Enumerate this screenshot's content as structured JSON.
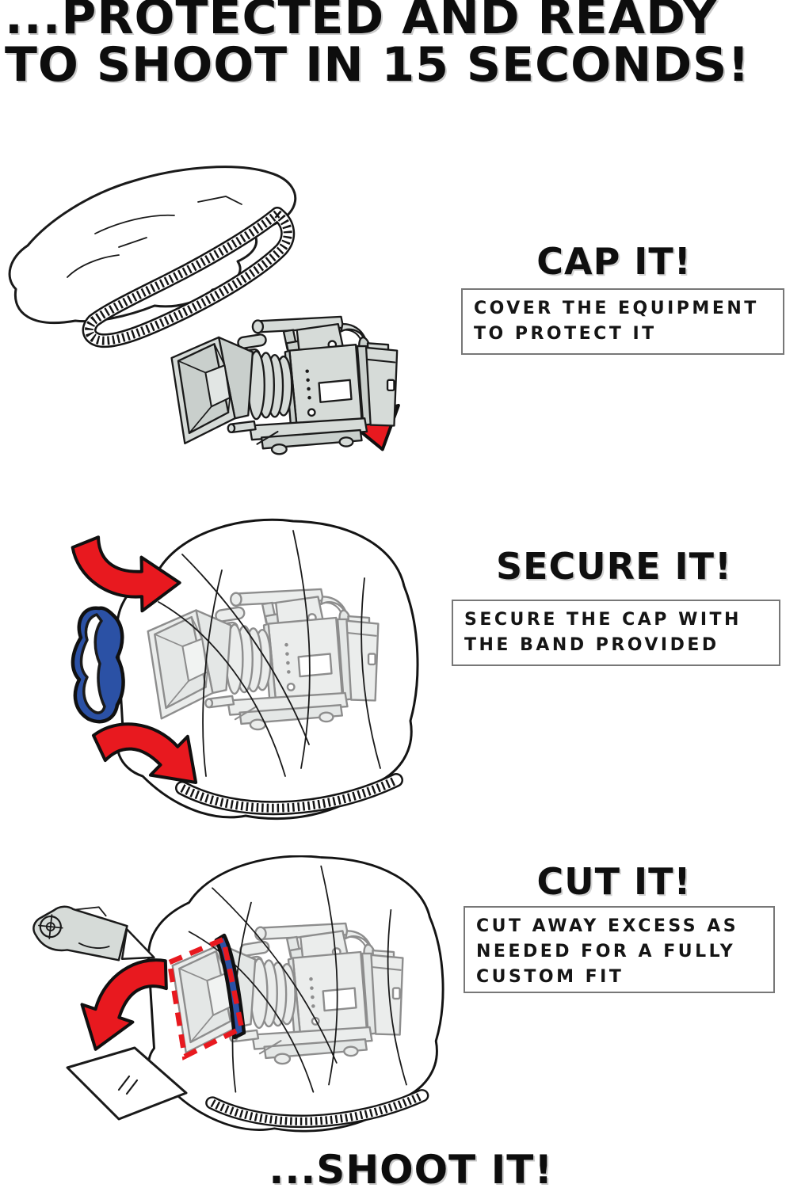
{
  "page": {
    "title_lines": [
      "...PROTECTED AND READY",
      "TO SHOOT IN 15 SECONDS!"
    ],
    "footer": "...SHOOT IT!"
  },
  "steps": [
    {
      "heading": "CAP IT!",
      "description": "COVER THE EQUIPMENT TO PROTECT IT",
      "lines": [
        "COVER THE EQUIPMENT",
        "TO PROTECT IT"
      ]
    },
    {
      "heading": "SECURE IT!",
      "description": "SECURE THE CAP WITH THE BAND PROVIDED",
      "lines": [
        "SECURE THE CAP WITH",
        "THE BAND PROVIDED"
      ]
    },
    {
      "heading": "CUT IT!",
      "description": "CUT AWAY EXCESS AS NEEDED FOR A FULLY CUSTOM FIT",
      "lines": [
        "CUT AWAY EXCESS AS",
        "NEEDED FOR A FULLY",
        "CUSTOM FIT"
      ]
    }
  ],
  "icons": {
    "red-arrow": "curved red direction arrow",
    "cover-bag": "white protective cover with ribbed elastic hem",
    "camera": "cinema camera with matte box",
    "covered-camera": "camera wrapped in transparent cover",
    "elastic-band": "blue elastic securing band",
    "utility-knife": "box cutter knife",
    "cut-sheet": "trimmed excess cover sheet",
    "cut-line": "red dashed cutting guide"
  },
  "colors": {
    "background": "#ffffff",
    "arrow_red": "#e8191f",
    "band_blue": "#2b51a5",
    "camera_gray": "#d6dbd8",
    "camera_gray_dark": "#c9cfcc",
    "outline": "#1a1a1a",
    "box_border": "#777777"
  }
}
